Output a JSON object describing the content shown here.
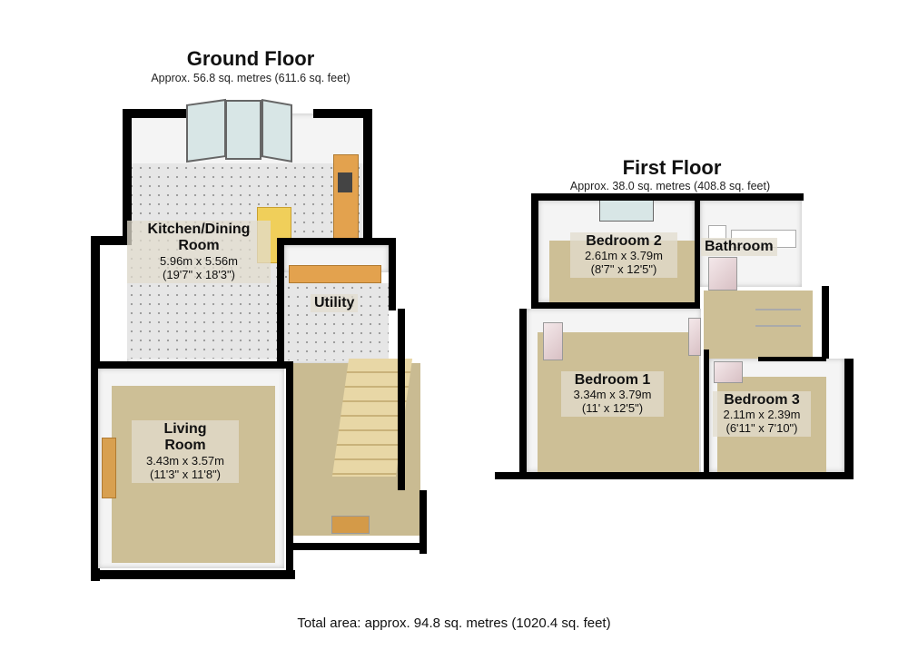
{
  "ground_floor": {
    "title": "Ground Floor",
    "area": "Approx. 56.8 sq. metres (611.6 sq. feet)",
    "rooms": [
      {
        "name": "Kitchen/Dining Room",
        "name_line1": "Kitchen/Dining",
        "name_line2": "Room",
        "metric": "5.96m x 5.56m",
        "imperial": "(19'7\" x 18'3\")"
      },
      {
        "name": "Utility"
      },
      {
        "name": "Living Room",
        "name_line1": "Living",
        "name_line2": "Room",
        "metric": "3.43m x 3.57m",
        "imperial": "(11'3\" x 11'8\")"
      }
    ]
  },
  "first_floor": {
    "title": "First Floor",
    "area": "Approx. 38.0 sq. metres (408.8 sq. feet)",
    "rooms": [
      {
        "name": "Bedroom 2",
        "metric": "2.61m x 3.79m",
        "imperial": "(8'7\" x 12'5\")"
      },
      {
        "name": "Bathroom"
      },
      {
        "name": "Bedroom 1",
        "metric": "3.34m x 3.79m",
        "imperial": "(11' x 12'5\")"
      },
      {
        "name": "Bedroom 3",
        "metric": "2.11m x 2.39m",
        "imperial": "(6'11\" x 7'10\")"
      }
    ]
  },
  "total_area": "Total area: approx. 94.8 sq. metres (1020.4 sq. feet)"
}
